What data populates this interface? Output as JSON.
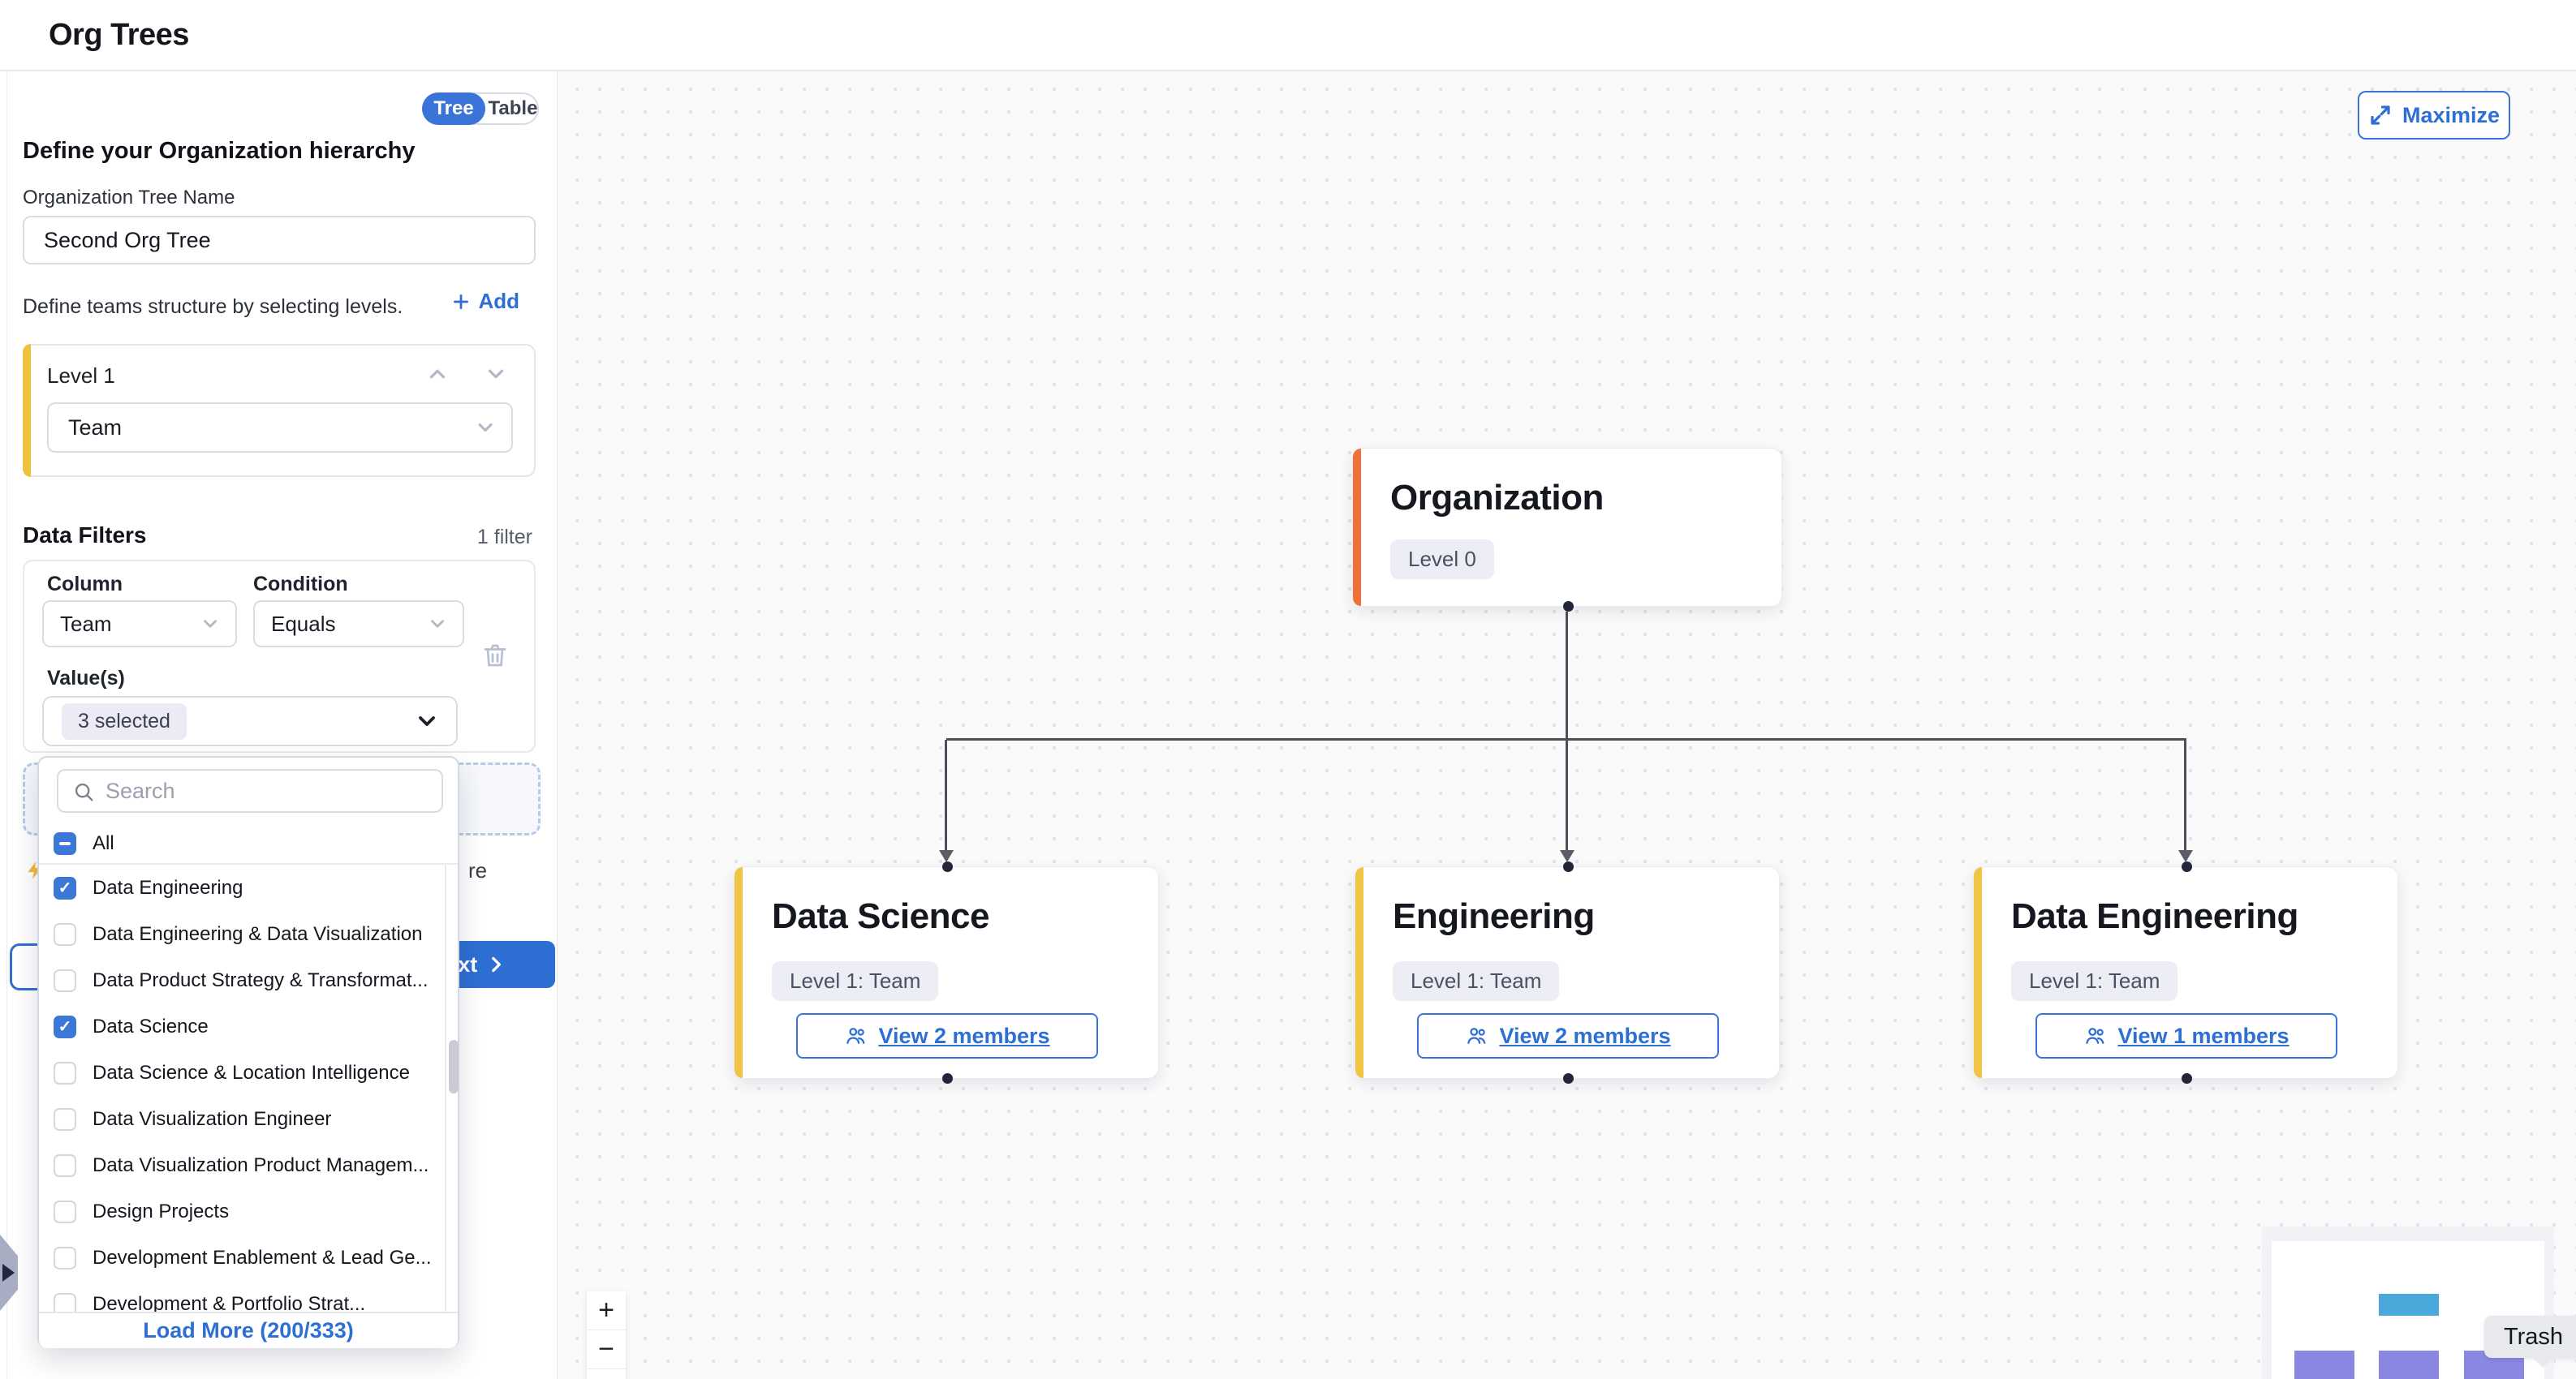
{
  "app": {
    "title": "Org Trees"
  },
  "sidebar": {
    "view_toggle": {
      "tree_label": "Tree",
      "table_label": "Table",
      "active": "Tree"
    },
    "heading": "Define your Organization hierarchy",
    "tree_name_label": "Organization Tree Name",
    "tree_name_value": "Second Org Tree",
    "levels_hint": "Define teams structure by selecting levels.",
    "add_label": "Add",
    "level": {
      "label": "Level 1",
      "value": "Team"
    },
    "filters": {
      "title": "Data Filters",
      "count": "1 filter",
      "column_label": "Column",
      "column_value": "Team",
      "condition_label": "Condition",
      "condition_value": "Equals",
      "values_label": "Value(s)",
      "values_chip": "3 selected"
    },
    "values_dropdown": {
      "search_placeholder": "Search",
      "select_all_label": "All",
      "select_all_state": "indeterminate",
      "options": [
        {
          "label": "Data Engineering",
          "checked": true
        },
        {
          "label": "Data Engineering & Data Visualization",
          "checked": false
        },
        {
          "label": "Data Product Strategy & Transformat...",
          "checked": false
        },
        {
          "label": "Data Science",
          "checked": true
        },
        {
          "label": "Data Science & Location Intelligence",
          "checked": false
        },
        {
          "label": "Data Visualization Engineer",
          "checked": false
        },
        {
          "label": "Data Visualization Product Managem...",
          "checked": false
        },
        {
          "label": "Design Projects",
          "checked": false
        },
        {
          "label": "Development Enablement & Lead Ge...",
          "checked": false
        },
        {
          "label": "Development & Portfolio Strat...",
          "checked": false
        }
      ],
      "load_more_label": "Load More (200/333)"
    },
    "tip_fragment": "re",
    "next_label": "Next"
  },
  "canvas": {
    "maximize_label": "Maximize",
    "org_node": {
      "title": "Organization",
      "badge": "Level 0"
    },
    "child_nodes": [
      {
        "title": "Data Science",
        "badge": "Level 1: Team",
        "members": "View 2 members"
      },
      {
        "title": "Engineering",
        "badge": "Level 1: Team",
        "members": "View 2 members"
      },
      {
        "title": "Data Engineering",
        "badge": "Level 1: Team",
        "members": "View 1 members"
      }
    ],
    "zoom_in": "+",
    "zoom_out": "−",
    "trash_tooltip": "Trash"
  },
  "colors": {
    "accent_blue": "#2e6fd3",
    "org_node_accent": "#f0703a",
    "team_node_accent": "#f0c545",
    "level_card_accent": "#edc23e",
    "minimap_root": "#4aa9da",
    "minimap_child": "#8a87e2"
  }
}
